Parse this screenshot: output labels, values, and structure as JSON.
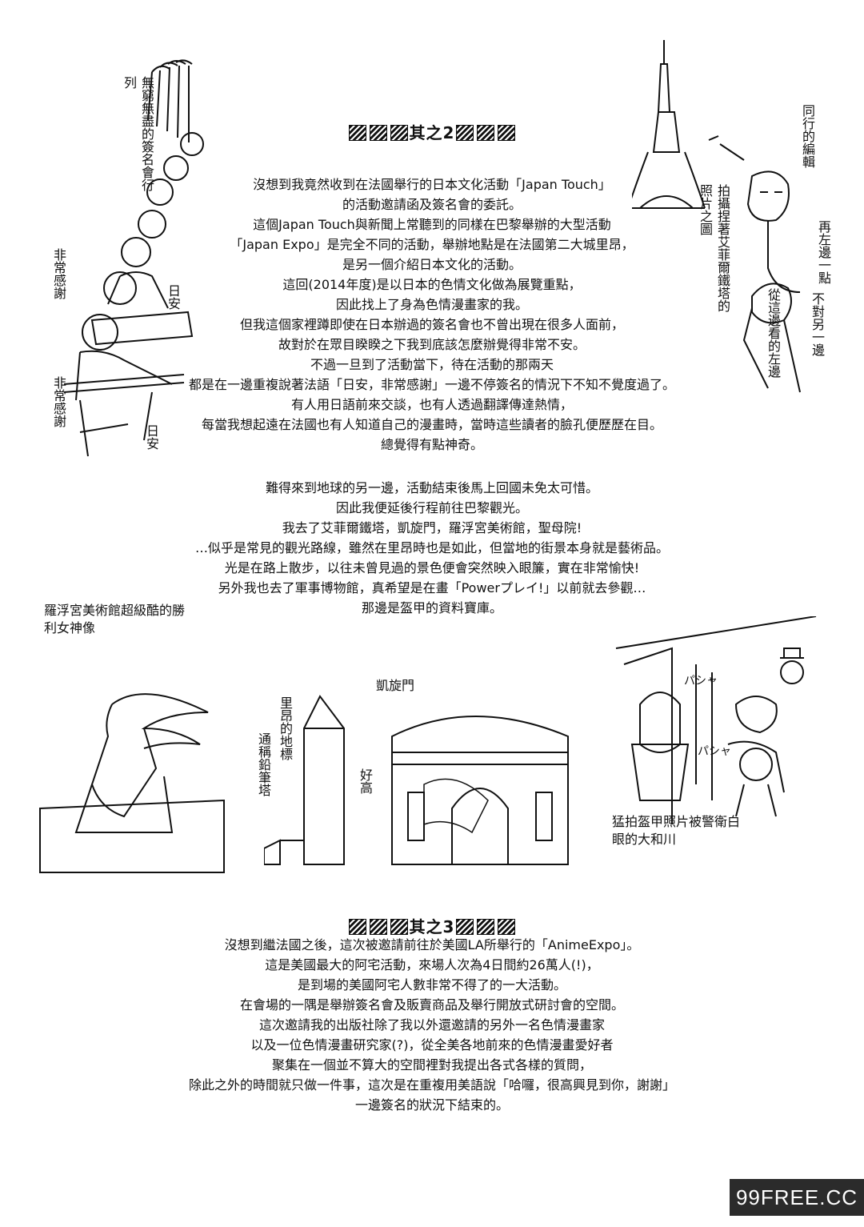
{
  "section2": {
    "heading": "其之2",
    "lines": [
      "沒想到我竟然收到在法國舉行的日本文化活動「Japan Touch」",
      "的活動邀請函及簽名會的委託。",
      "這個Japan Touch與新聞上常聽到的同樣在巴黎舉辦的大型活動",
      "「Japan Expo」是完全不同的活動，舉辦地點是在法國第二大城里昂，",
      "是另一個介紹日本文化的活動。",
      "這回(2014年度)是以日本的色情文化做為展覽重點，",
      "因此找上了身為色情漫畫家的我。",
      "但我這個家裡蹲即使在日本辦過的簽名會也不曾出現在很多人面前，",
      "故對於在眾目睽睽之下我到底該怎麼辦覺得非常不安。",
      "不過一旦到了活動當下，待在活動的那兩天",
      "都是在一邊重複說著法語「日安，非常感謝」一邊不停簽名的情況下不知不覺度過了。",
      "有人用日語前來交談，也有人透過翻譯傳達熱情，",
      "每當我想起遠在法國也有人知道自己的漫畫時，當時這些讀者的臉孔便歷歷在目。",
      "總覺得有點神奇。"
    ],
    "lines_b": [
      "難得來到地球的另一邊，活動結束後馬上回國未免太可惜。",
      "因此我便延後行程前往巴黎觀光。",
      "我去了艾菲爾鐵塔，凱旋門，羅浮宮美術館，聖母院!",
      "…似乎是常見的觀光路線，雖然在里昂時也是如此，但當地的街景本身就是藝術品。",
      "光是在路上散步，以往未曾見過的景色便會突然映入眼簾，實在非常愉快!",
      "另外我也去了軍事博物館，真希望是在畫「Powerプレイ!」以前就去參觀…",
      "那邊是盔甲的資料寶庫。"
    ]
  },
  "section3": {
    "heading": "其之3",
    "lines": [
      "沒想到繼法國之後，這次被邀請前往於美國LA所舉行的「AnimeExpo」。",
      "這是美國最大的阿宅活動，來場人次為4日間約26萬人(!)，",
      "是到場的美國阿宅人數非常不得了的一大活動。",
      "在會場的一隅是舉辦簽名會及販賣商品及舉行開放式研討會的空間。",
      "這次邀請我的出版社除了我以外還邀請的另外一名色情漫畫家",
      "以及一位色情漫畫研究家(?)，從全美各地前來的色情漫畫愛好者",
      "聚集在一個並不算大的空間裡對我提出各式各樣的質問，",
      "除此之外的時間就只做一件事，這次是在重複用美語說「哈囉，很高興見到你，謝謝」",
      "一邊簽名的狀況下結束的。"
    ]
  },
  "notes": {
    "queue": "無窮無盡的簽名會行列",
    "thanks_top": "非常感謝",
    "hello_top": "日安",
    "thanks_bottom": "非常感謝",
    "hello_bottom": "日安",
    "editor": "同行的編輯",
    "photo_eiffel": "拍攝捏著艾菲爾鐵塔的照片之圖",
    "left_more": "再左邊一點",
    "not_that_side": "不對另一邊",
    "from_here_left": "從這邊看的左邊",
    "louvre": "羅浮宮美術館超級酷的勝利女神像",
    "arc": "凱旋門",
    "lyon_landmark": "里昂的地標",
    "pencil_tower": "通稱鉛筆塔",
    "so_tall": "好高",
    "armor_photo": "猛拍盔甲照片被警衛白眼的大和川",
    "sfx_pa": "パシャ",
    "sfx_pa2": "パシャ"
  },
  "watermark": "99FREE.CC"
}
